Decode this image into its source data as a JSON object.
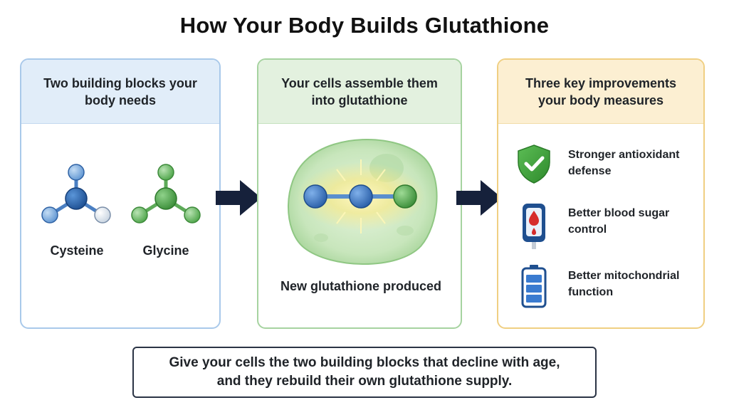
{
  "title": "How Your Body Builds Glutathione",
  "panels": {
    "building_blocks": {
      "heading": "Two building blocks your body needs",
      "molecules": [
        {
          "name": "Cysteine",
          "color": "#2f6fb7"
        },
        {
          "name": "Glycine",
          "color": "#4aa548"
        }
      ]
    },
    "assembly": {
      "heading": "Your cells assemble them into glutathione",
      "result": "New glutathione produced"
    },
    "improvements": {
      "heading": "Three key improvements your body measures",
      "items": [
        {
          "text": "Stronger antioxidant defense",
          "icon": "shield-check-icon"
        },
        {
          "text": "Better blood sugar control",
          "icon": "glucose-meter-icon"
        },
        {
          "text": "Better mitochondrial function",
          "icon": "battery-icon"
        }
      ]
    }
  },
  "summary": {
    "line1": "Give your cells the two building blocks that decline with age,",
    "line2": "and they rebuild their own glutathione supply."
  },
  "colors": {
    "blue_accent": "#2f6fb7",
    "green_accent": "#4aa548",
    "yellow_accent": "#f0cf82",
    "arrow": "#16213b"
  }
}
